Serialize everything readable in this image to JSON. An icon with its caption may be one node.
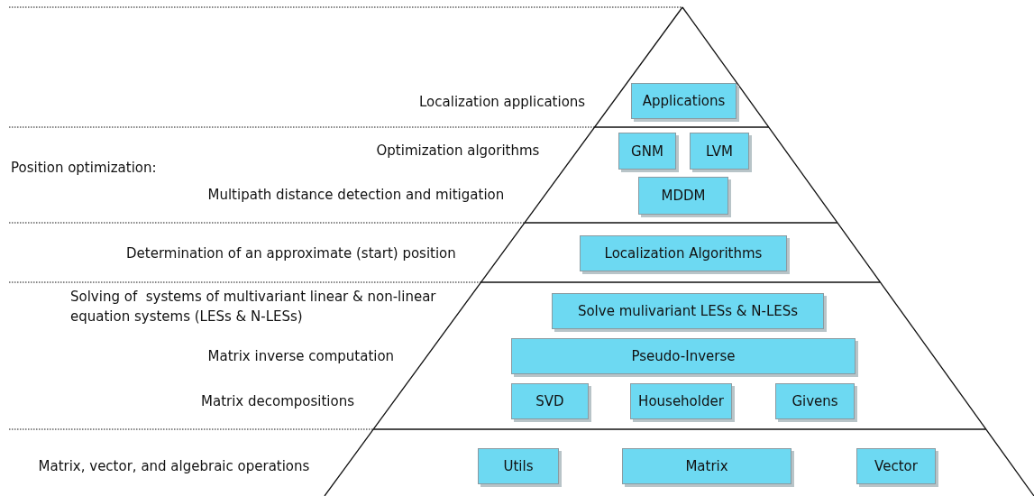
{
  "diagram": {
    "nodes": [
      {
        "text": [
          "Applications"
        ]
      },
      {
        "text": [
          "GNM"
        ]
      },
      {
        "text": [
          "LVM"
        ]
      },
      {
        "text": [
          "MDDM"
        ]
      },
      {
        "text": [
          "Localization Algorithms"
        ]
      },
      {
        "text": [
          "Solve mulivariant LESs & N-LESs"
        ]
      },
      {
        "text": [
          "Pseudo-Inverse"
        ]
      },
      {
        "text": [
          "SVD"
        ]
      },
      {
        "text": [
          "Householder"
        ]
      },
      {
        "text": [
          "Givens"
        ]
      },
      {
        "text": [
          "Utils"
        ]
      },
      {
        "text": [
          "Matrix"
        ]
      },
      {
        "text": [
          "Vector"
        ]
      }
    ],
    "labels": [
      "Localization applications",
      "Optimization algorithms",
      "Position optimization:",
      "Multipath distance detection and mitigation",
      "Determination of an approximate (start) position",
      "Solving of  systems of multivariant linear & non-linear equation systems (LESs & N-LESs)",
      "Matrix inverse computation",
      "Matrix decompositions",
      "Matrix, vector, and algebraic operations"
    ]
  }
}
